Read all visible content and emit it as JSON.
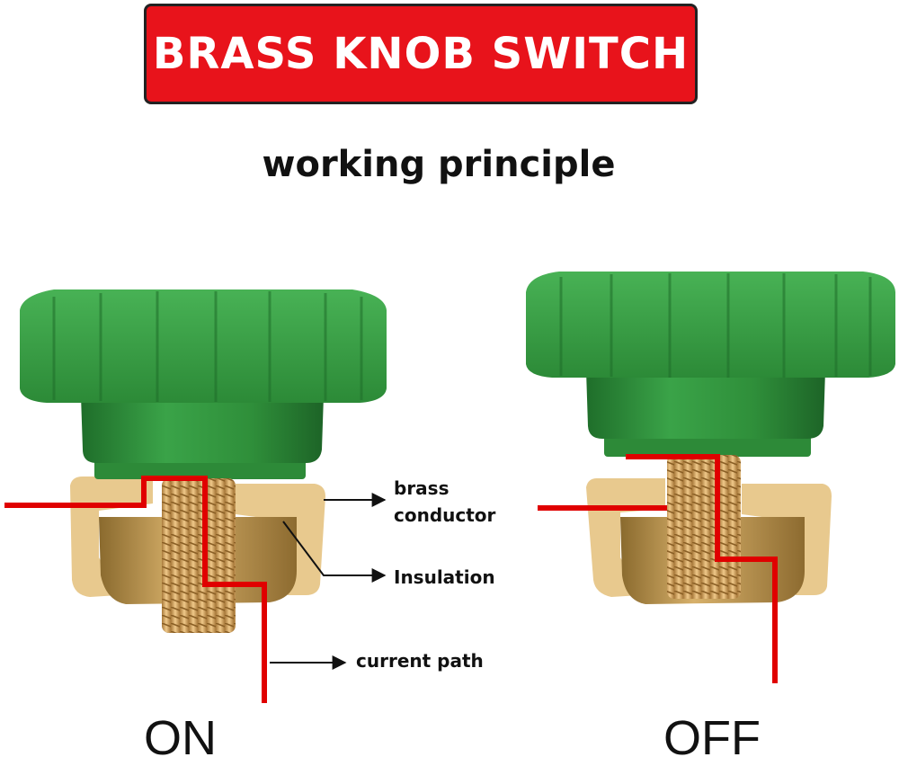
{
  "title": "BRASS KNOB SWITCH",
  "subtitle": "working principle",
  "callouts": {
    "brass_conductor": "brass conductor",
    "insulation": "Insulation",
    "current_path": "current path"
  },
  "states": {
    "on": "ON",
    "off": "OFF"
  },
  "colors": {
    "banner": "#e8131b",
    "knob": "#2f8f3a",
    "brass": "#c9a25a",
    "insulation": "#e8c98e",
    "current": "#e00000"
  }
}
